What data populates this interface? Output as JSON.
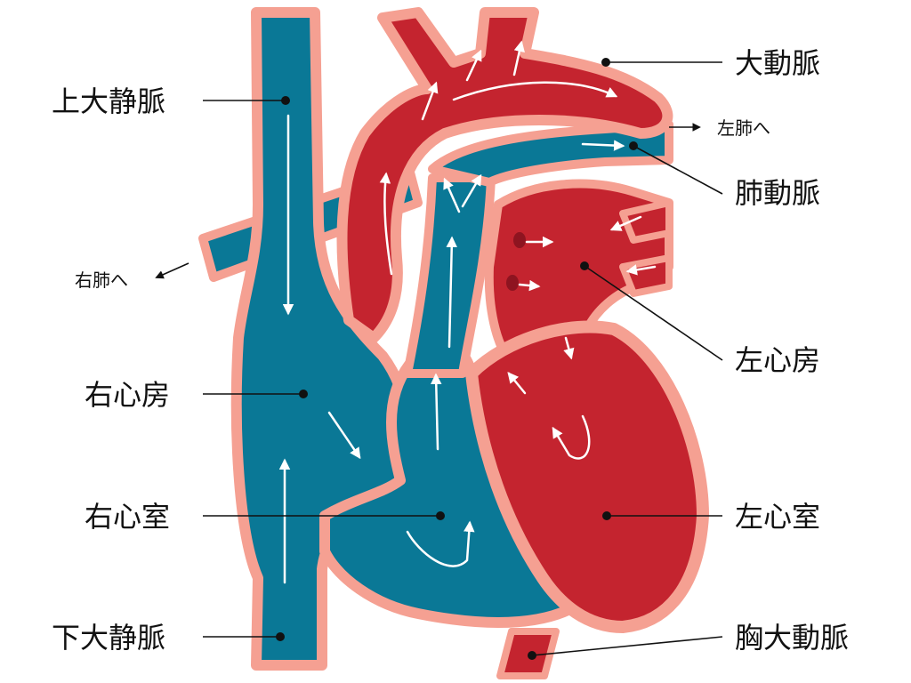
{
  "colors": {
    "oxygenated": "#C4242F",
    "deoxygenated": "#0A7896",
    "outline": "#F5A092",
    "valve_dark": "#8E1420",
    "flow_arrow": "#FFFFFF",
    "label_text": "#111111"
  },
  "labels": {
    "superior_vena_cava": "上大静脈",
    "right_atrium": "右心房",
    "right_ventricle": "右心室",
    "inferior_vena_cava": "下大静脈",
    "aorta": "大動脈",
    "pulmonary_artery": "肺動脈",
    "left_atrium": "左心房",
    "left_ventricle": "左心室",
    "thoracic_aorta": "胸大動脈",
    "to_left_lung": "左肺へ",
    "to_right_lung": "右肺へ"
  }
}
